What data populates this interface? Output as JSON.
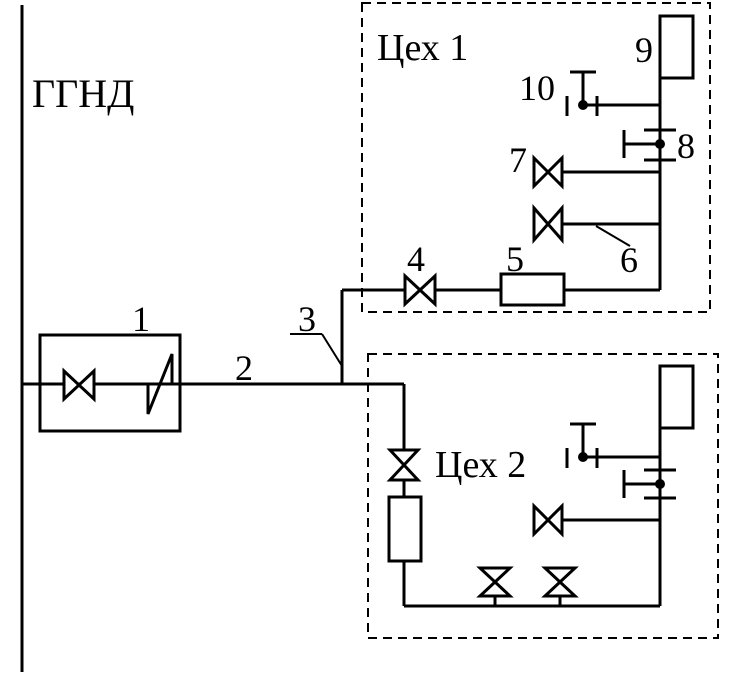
{
  "labels": {
    "main_line": "ГГНД",
    "shop1": "Цех 1",
    "shop2": "Цех 2",
    "n1": "1",
    "n2": "2",
    "n3": "3",
    "n4": "4",
    "n5": "5",
    "n6": "6",
    "n7": "7",
    "n8": "8",
    "n9": "9",
    "n10": "10"
  }
}
